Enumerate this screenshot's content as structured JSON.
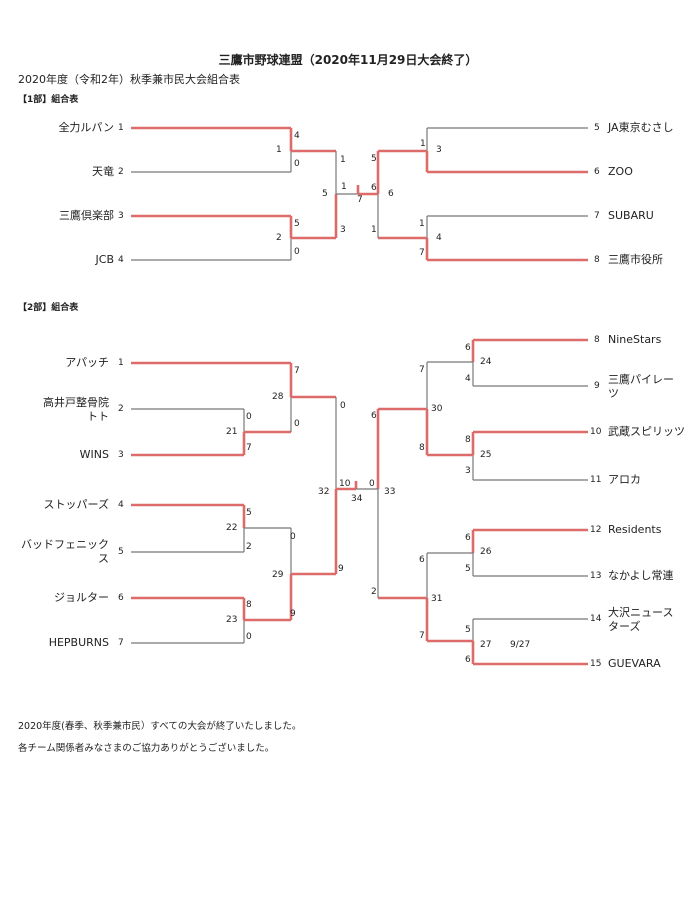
{
  "header": {
    "title": "三鷹市野球連盟（2020年11月29日大会終了）",
    "subtitle": "2020年度（令和2年）秋季兼市民大会組合表"
  },
  "div1": {
    "heading": "【1部】組合表",
    "teams": [
      {
        "seed": "1",
        "name": "全力ルパン"
      },
      {
        "seed": "2",
        "name": "天竜"
      },
      {
        "seed": "3",
        "name": "三鷹倶楽部"
      },
      {
        "seed": "4",
        "name": "JCB"
      },
      {
        "seed": "5",
        "name": "JA東京むさし"
      },
      {
        "seed": "6",
        "name": "ZOO"
      },
      {
        "seed": "7",
        "name": "SUBARU"
      },
      {
        "seed": "8",
        "name": "三鷹市役所"
      }
    ],
    "scores": [
      "4",
      "1",
      "0",
      "5",
      "2",
      "0",
      "1",
      "3",
      "5",
      "1",
      "7",
      "1",
      "6",
      "6",
      "5",
      "3",
      "1",
      "4",
      "7",
      "1"
    ]
  },
  "div2": {
    "heading": "【2部】組合表",
    "teams": [
      {
        "seed": "1",
        "name": "アパッチ"
      },
      {
        "seed": "2",
        "name": "高井戸整骨院\nトト"
      },
      {
        "seed": "3",
        "name": "WINS"
      },
      {
        "seed": "4",
        "name": "ストッパーズ"
      },
      {
        "seed": "5",
        "name": "バッドフェニック\nス"
      },
      {
        "seed": "6",
        "name": "ジョルター"
      },
      {
        "seed": "7",
        "name": "HEPBURNS"
      },
      {
        "seed": "8",
        "name": "NineStars"
      },
      {
        "seed": "9",
        "name": "三鷹パイレー\nツ"
      },
      {
        "seed": "10",
        "name": "武蔵スピリッツ"
      },
      {
        "seed": "11",
        "name": "アロカ"
      },
      {
        "seed": "12",
        "name": "Residents"
      },
      {
        "seed": "13",
        "name": "なかよし常連"
      },
      {
        "seed": "14",
        "name": "大沢ニュース\nターズ"
      },
      {
        "seed": "15",
        "name": "GUEVARA"
      }
    ],
    "scores": [
      "7",
      "28",
      "0",
      "0",
      "21",
      "7",
      "0",
      "5",
      "22",
      "2",
      "0",
      "29",
      "9",
      "8",
      "23",
      "9",
      "0",
      "32",
      "10",
      "0",
      "34",
      "33",
      "6",
      "7",
      "30",
      "6",
      "24",
      "4",
      "8",
      "8",
      "25",
      "3",
      "2",
      "6",
      "6",
      "26",
      "5",
      "31",
      "7",
      "5",
      "27",
      "9/27",
      "6"
    ]
  },
  "footer": {
    "line1": "2020年度(春季、秋季兼市民）すべての大会が終了いたしました。",
    "line2": "各チーム関係者みなさまのご協力ありがとうございました。"
  }
}
